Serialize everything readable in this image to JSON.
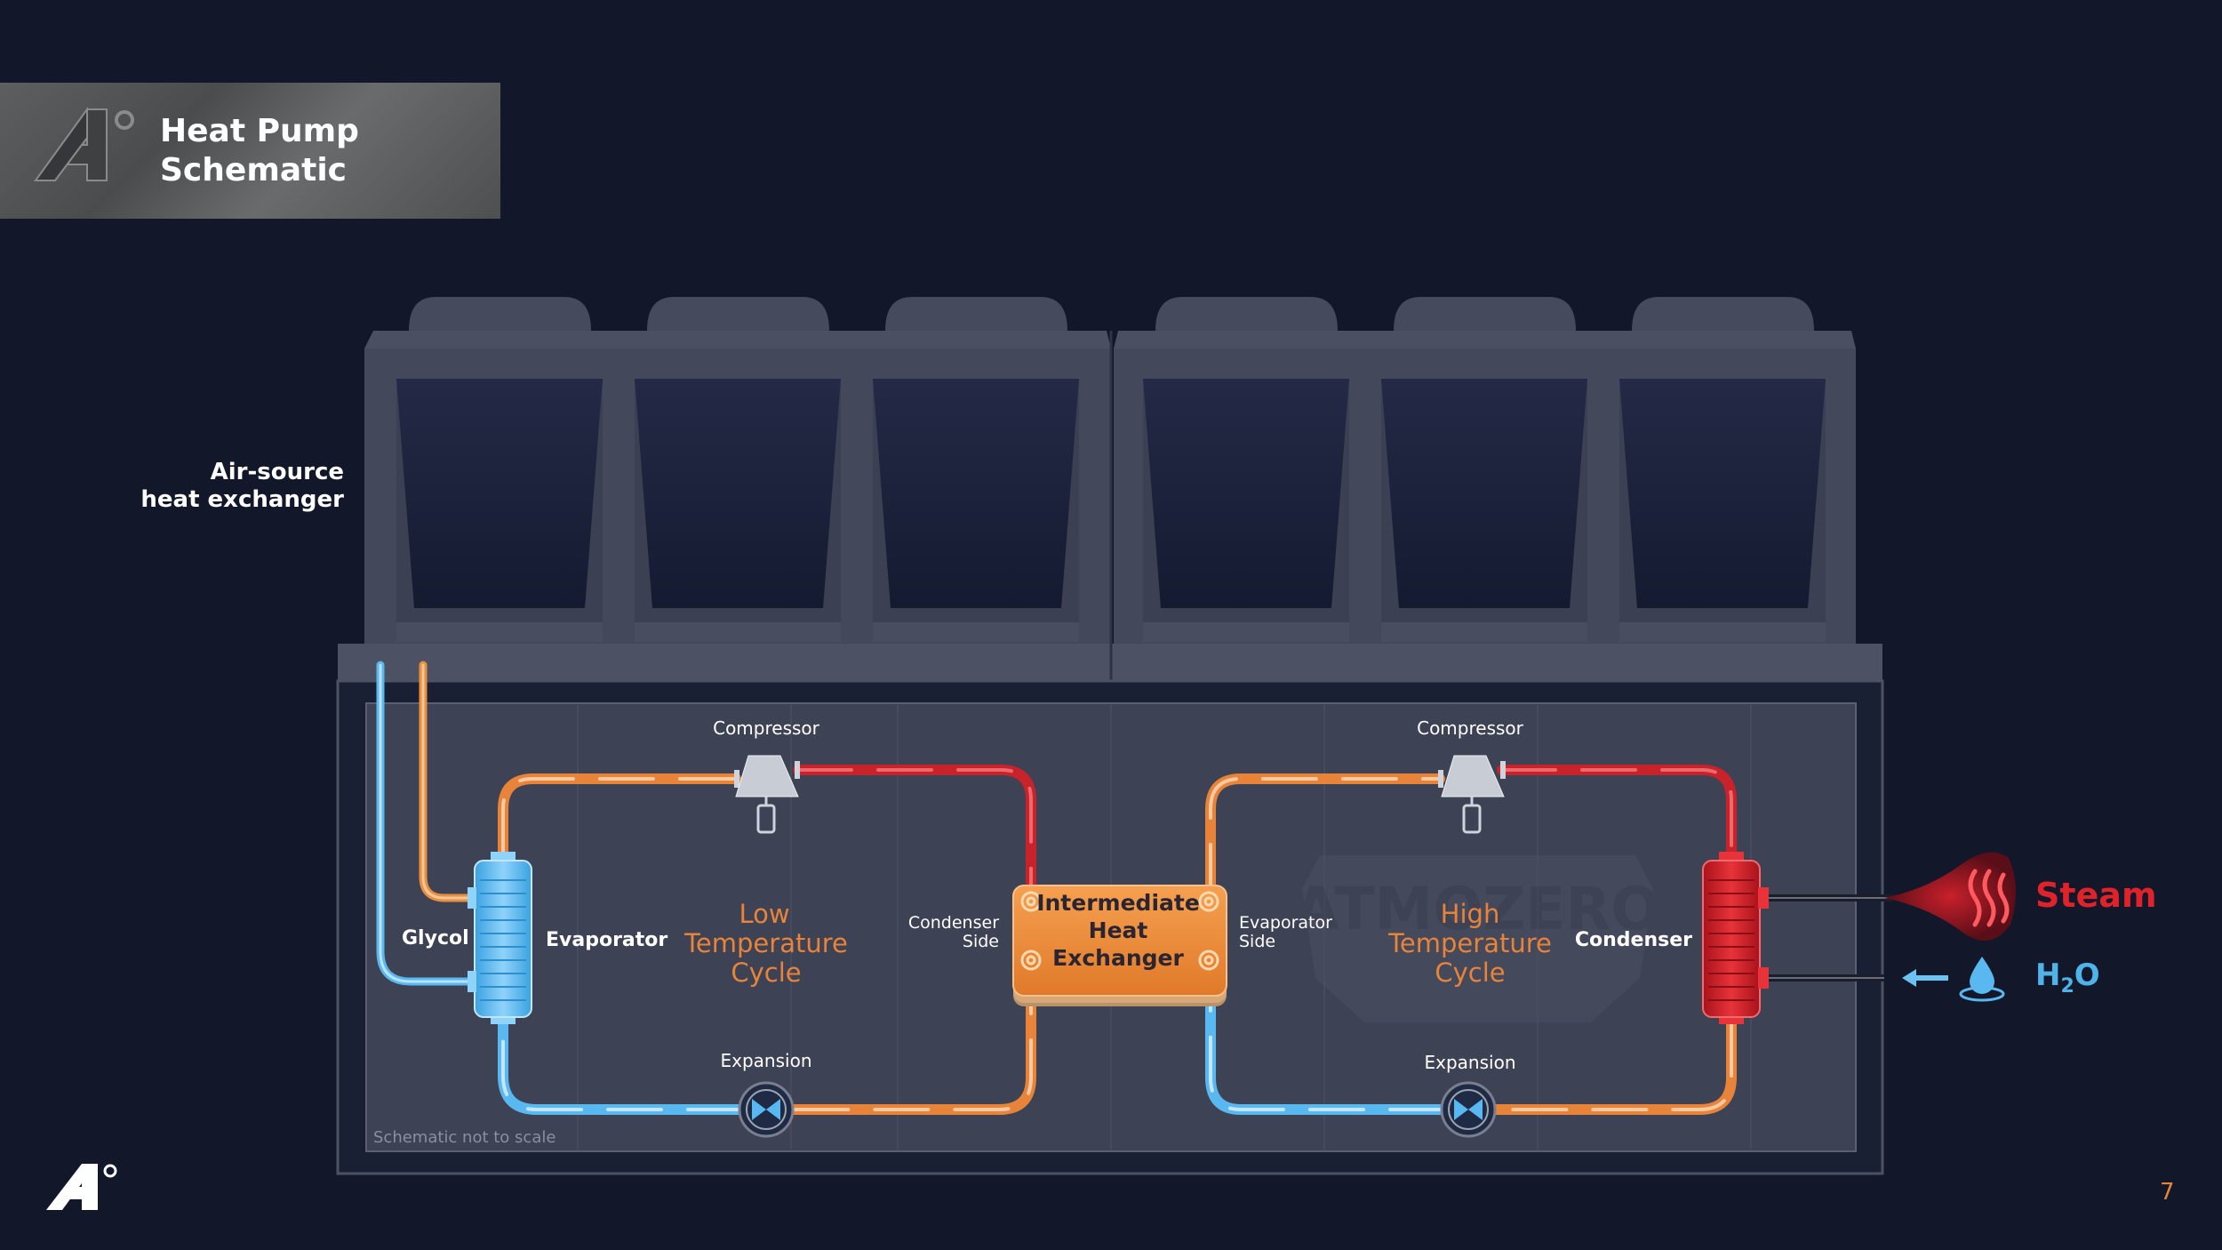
{
  "header": {
    "title_line1": "Heat Pump",
    "title_line2": "Schematic"
  },
  "air_source": {
    "line1": "Air-source",
    "line2": "heat exchanger"
  },
  "labels": {
    "glycol": "Glycol",
    "evaporator": "Evaporator",
    "compressor_left": "Compressor",
    "compressor_right": "Compressor",
    "expansion_left": "Expansion",
    "expansion_right": "Expansion",
    "low_cycle": [
      "Low",
      "Temperature",
      "Cycle"
    ],
    "high_cycle": [
      "High",
      "Temperature",
      "Cycle"
    ],
    "condenser_side": [
      "Condenser",
      "Side"
    ],
    "evaporator_side": [
      "Evaporator",
      "Side"
    ],
    "ihx": [
      "Intermediate",
      "Heat",
      "Exchanger"
    ],
    "condenser": "Condenser",
    "steam": "Steam",
    "water_main": "H",
    "water_sub": "2",
    "water_tail": "O",
    "not_to_scale": "Schematic not to scale",
    "watermark": "ATMOZERO"
  },
  "page_number": "7",
  "colors": {
    "background": "#12172a",
    "cold": "#5ab8f0",
    "warm": "#e8833a",
    "hot": "#d8262a",
    "steam": "#e0232a",
    "water": "#4fb3ea"
  },
  "icons": [
    "logo-4-degree-icon",
    "compressor-icon",
    "expansion-valve-icon",
    "water-drop-icon",
    "steam-icon",
    "arrow-left-icon"
  ]
}
